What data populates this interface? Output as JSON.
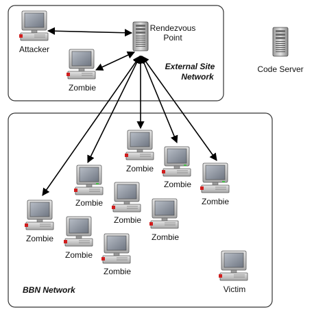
{
  "external_site": {
    "title_line1": "External Site",
    "title_line2": "Network",
    "rendezvous_line1": "Rendezvous",
    "rendezvous_line2": "Point",
    "attacker_label": "Attacker",
    "zombie_label": "Zombie"
  },
  "code_server": {
    "label": "Code Server"
  },
  "bbn_network": {
    "title": "BBN Network",
    "zombie_labels": [
      "Zombie",
      "Zombie",
      "Zombie",
      "Zombie",
      "Zombie",
      "Zombie",
      "Zombie",
      "Zombie",
      "Zombie"
    ],
    "victim_label": "Victim"
  },
  "colors": {
    "box_stroke": "#333333",
    "arrow": "#000000",
    "monitor_frame": "#c9c9c9",
    "screen": "#8f96a3",
    "led_red": "#d11d1d",
    "led_green": "#3fbf3f"
  },
  "icons": {
    "computer": "desktop-computer-icon",
    "server": "tower-server-icon"
  }
}
